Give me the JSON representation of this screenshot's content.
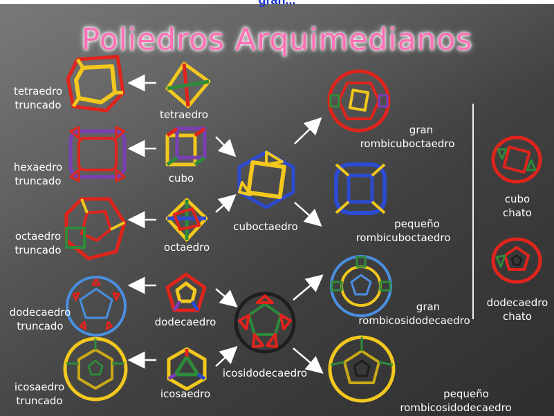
{
  "header": {
    "partial_text": "gran..."
  },
  "title": "Poliedros Arquimedianos",
  "labels": {
    "tetraedro_truncado_1": "tetraedro",
    "tetraedro_truncado_2": "truncado",
    "tetraedro": "tetraedro",
    "hexaedro_truncado_1": "hexaedro",
    "hexaedro_truncado_2": "truncado",
    "cubo": "cubo",
    "octaedro_truncado_1": "octaedro",
    "octaedro_truncado_2": "truncado",
    "octaedro": "octaedro",
    "cuboctaedro": "cuboctaedro",
    "dodecaedro_truncado_1": "dodecaedro",
    "dodecaedro_truncado_2": "truncado",
    "dodecaedro": "dodecaedro",
    "icosaedro_truncado_1": "icosaedro",
    "icosaedro_truncado_2": "truncado",
    "icosaedro": "icosaedro",
    "icosidodecaedro": "icosidodecaedro",
    "gran_rombicuboctaedro_1": "gran",
    "gran_rombicuboctaedro_2": "rombicuboctaedro",
    "pequeno_rombicuboctaedro_1": "pequeño",
    "pequeno_rombicuboctaedro_2": "rombicuboctaedro",
    "gran_rombicosidodecaedro_1": "gran",
    "gran_rombicosidodecaedro_2": "rombicosidodecaedro",
    "pequeno_rombicosidodecaedro_1": "pequeño",
    "pequeno_rombicosidodecaedro_2": "rombicosidodecaedro",
    "cubo_chato_1": "cubo",
    "cubo_chato_2": "chato",
    "dodecaedro_chato_1": "dodecaedro",
    "dodecaedro_chato_2": "chato"
  },
  "colors": {
    "title": "#ff6fb5",
    "yellow": "#f2c81e",
    "red": "#e0241c",
    "blue": "#2c4bd0",
    "green": "#2e8b3a",
    "purple": "#7a3fb5",
    "light_blue": "#4a8fe0"
  }
}
